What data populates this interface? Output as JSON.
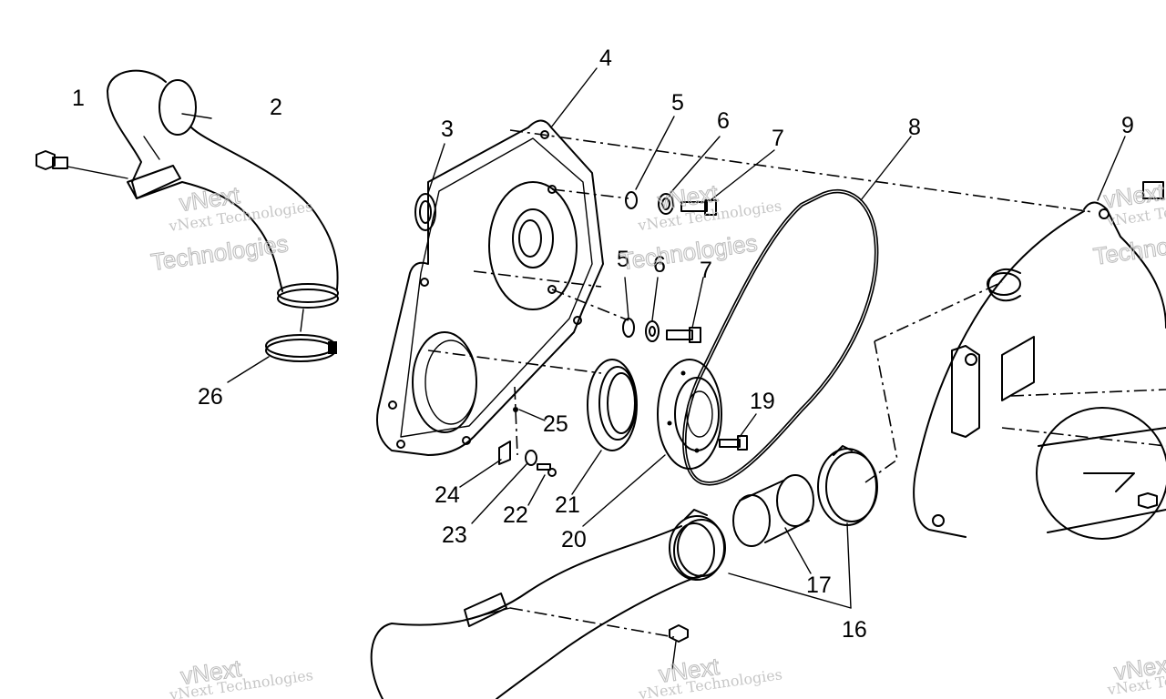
{
  "callouts": [
    "1",
    "2",
    "3",
    "4",
    "5",
    "6",
    "7",
    "8",
    "9",
    "5",
    "6",
    "7",
    "19",
    "25",
    "24",
    "23",
    "22",
    "21",
    "20",
    "17",
    "16",
    "26"
  ],
  "watermark": {
    "small": "vNext Technologies",
    "large_1": "vNext",
    "large_2": "Technologies"
  },
  "colors": {
    "ink": "#000000",
    "watermark": "#bdbdbd",
    "background": "#ffffff"
  }
}
